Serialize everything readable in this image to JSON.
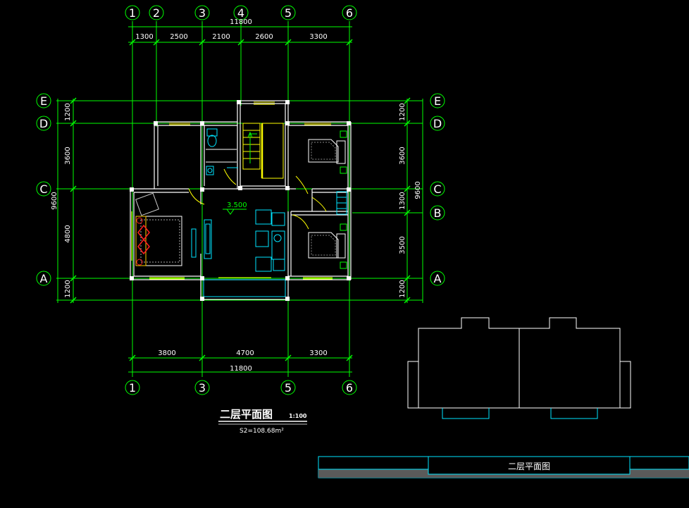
{
  "colors": {
    "background": "#000000",
    "grid": "#00ff00",
    "wall": "#ffffff",
    "furniture": "#00e5ff",
    "window": "#ffff00",
    "accent": "#ff2020"
  },
  "axes_top": [
    "1",
    "2",
    "3",
    "4",
    "5",
    "6"
  ],
  "axes_bottom": [
    "1",
    "3",
    "5",
    "6"
  ],
  "axes_left": [
    "E",
    "D",
    "C",
    "A"
  ],
  "axes_right": [
    "E",
    "D",
    "C",
    "B",
    "A"
  ],
  "dims_top": {
    "total": "11800",
    "segments": [
      "1300",
      "2500",
      "2100",
      "2600",
      "3300"
    ]
  },
  "dims_bottom": {
    "total": "11800",
    "segments": [
      "3800",
      "4700",
      "3300"
    ]
  },
  "dims_left": {
    "total": "9600",
    "segments": [
      "1200",
      "3600",
      "4800",
      "1200"
    ]
  },
  "dims_right": {
    "total": "9600",
    "segments": [
      "1200",
      "3600",
      "1300",
      "3500",
      "1200"
    ]
  },
  "elevation_label": "3.500",
  "plan_title": "二层平面图",
  "plan_scale": "1:100",
  "plan_area": "S2=108.68m²",
  "titlebar_label": "二层平面图"
}
